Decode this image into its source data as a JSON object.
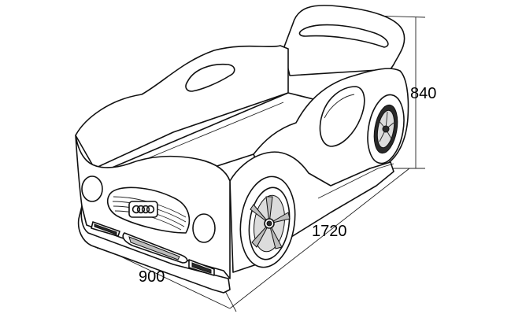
{
  "dimensions": {
    "height": "840",
    "length": "1720",
    "width": "900"
  },
  "grille_logo": "audi-rings-icon"
}
